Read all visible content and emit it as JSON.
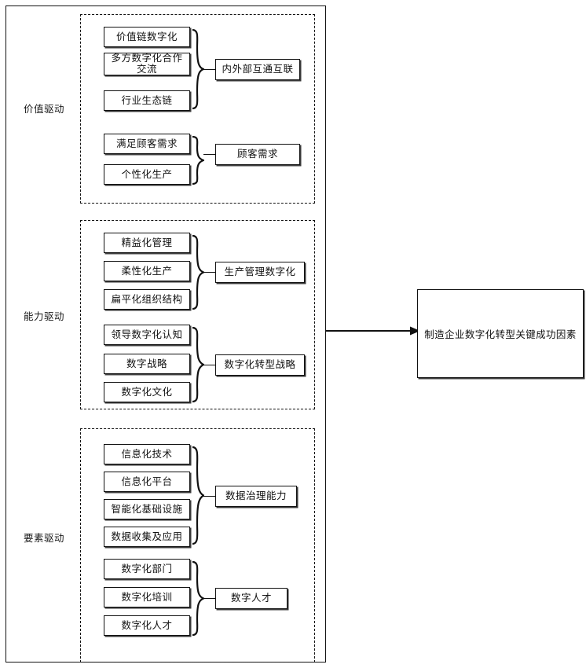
{
  "diagram": {
    "title_box": {
      "label": "制造企业数字化转型关键成功因素"
    },
    "drivers": [
      {
        "name": "value-driver",
        "label": "价值驱动",
        "clusters": [
          {
            "name": "internal-external-interconnection",
            "aggregate": "内外部互通互联",
            "factors": [
              "价值链数字化",
              "多方数字化合作交流",
              "行业生态链"
            ]
          },
          {
            "name": "customer-demand",
            "aggregate": "顾客需求",
            "factors": [
              "满足顾客需求",
              "个性化生产"
            ]
          }
        ]
      },
      {
        "name": "capability-driver",
        "label": "能力驱动",
        "clusters": [
          {
            "name": "production-management-digitalization",
            "aggregate": "生产管理数字化",
            "factors": [
              "精益化管理",
              "柔性化生产",
              "扁平化组织结构"
            ]
          },
          {
            "name": "digital-transformation-strategy",
            "aggregate": "数字化转型战略",
            "factors": [
              "领导数字化认知",
              "数字战略",
              "数字化文化"
            ]
          }
        ]
      },
      {
        "name": "element-driver",
        "label": "要素驱动",
        "clusters": [
          {
            "name": "data-governance-capability",
            "aggregate": "数据治理能力",
            "factors": [
              "信息化技术",
              "信息化平台",
              "智能化基础设施",
              "数据收集及应用"
            ]
          },
          {
            "name": "digital-talent",
            "aggregate": "数字人才",
            "factors": [
              "数字化部门",
              "数字化培训",
              "数字化人才"
            ]
          }
        ]
      }
    ],
    "multiline_factors": {
      "多方数字化合作交流": [
        "多方数字化合作",
        "交流"
      ]
    },
    "colors": {
      "line": "#111111",
      "background": "#ffffff",
      "shadow": "#3a3a3a"
    }
  }
}
